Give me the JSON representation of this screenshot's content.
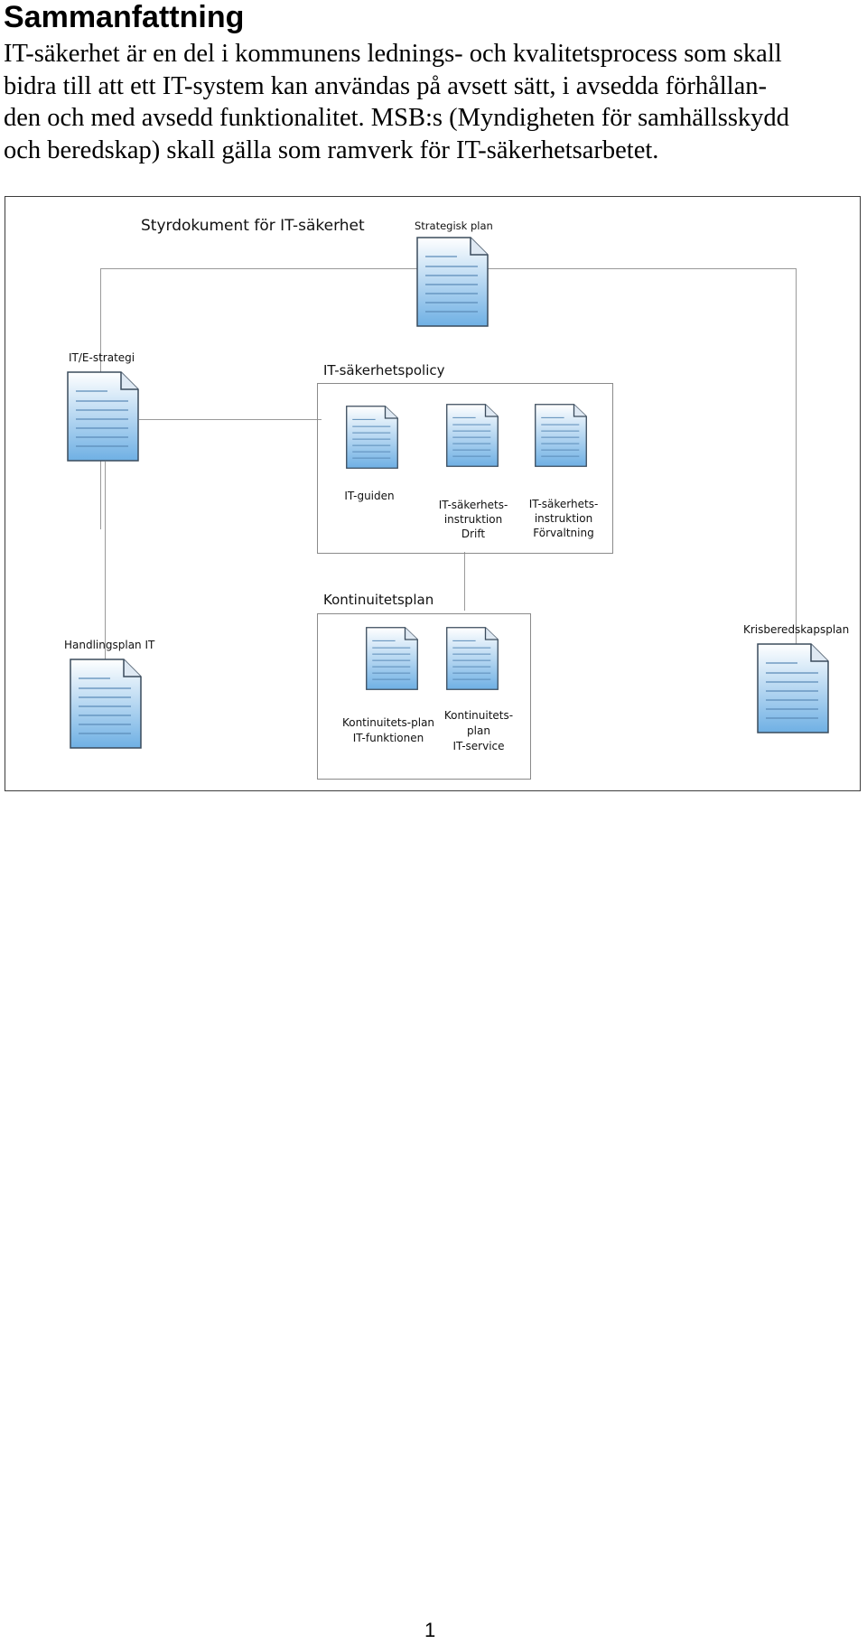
{
  "document": {
    "heading": "Sammanfattning",
    "paragraph_lines": [
      "IT-säkerhet är en del i kommunens lednings- och kvalitetsprocess som skall",
      "bidra till att ett IT-system kan användas på avsett sätt, i avsedda förhållan-",
      "den och med avsedd funktionalitet. MSB:s (Myndigheten för samhällsskydd",
      "och beredskap) skall gälla som ramverk för IT-säkerhetsarbetet."
    ],
    "page_number": "1"
  },
  "diagram": {
    "title": "Styrdokument för IT-säkerhet",
    "strategic_plan": "Strategisk plan",
    "it_e_strategy": "IT/E-strategi",
    "security_policy": {
      "title": "IT-säkerhetspolicy",
      "docs": [
        {
          "lines": [
            "IT-guiden"
          ]
        },
        {
          "lines": [
            "IT-säkerhets-",
            "instruktion",
            "Drift"
          ]
        },
        {
          "lines": [
            "IT-säkerhets-",
            "instruktion",
            "Förvaltning"
          ]
        }
      ]
    },
    "continuity_plan": {
      "title": "Kontinuitetsplan",
      "docs": [
        {
          "lines": [
            "Kontinuitets-plan",
            "IT-funktionen"
          ]
        },
        {
          "lines": [
            "Kontinuitets-",
            "plan",
            "IT-service"
          ]
        }
      ]
    },
    "action_plan": "Handlingsplan IT",
    "crisis_plan": "Krisberedskapsplan"
  }
}
